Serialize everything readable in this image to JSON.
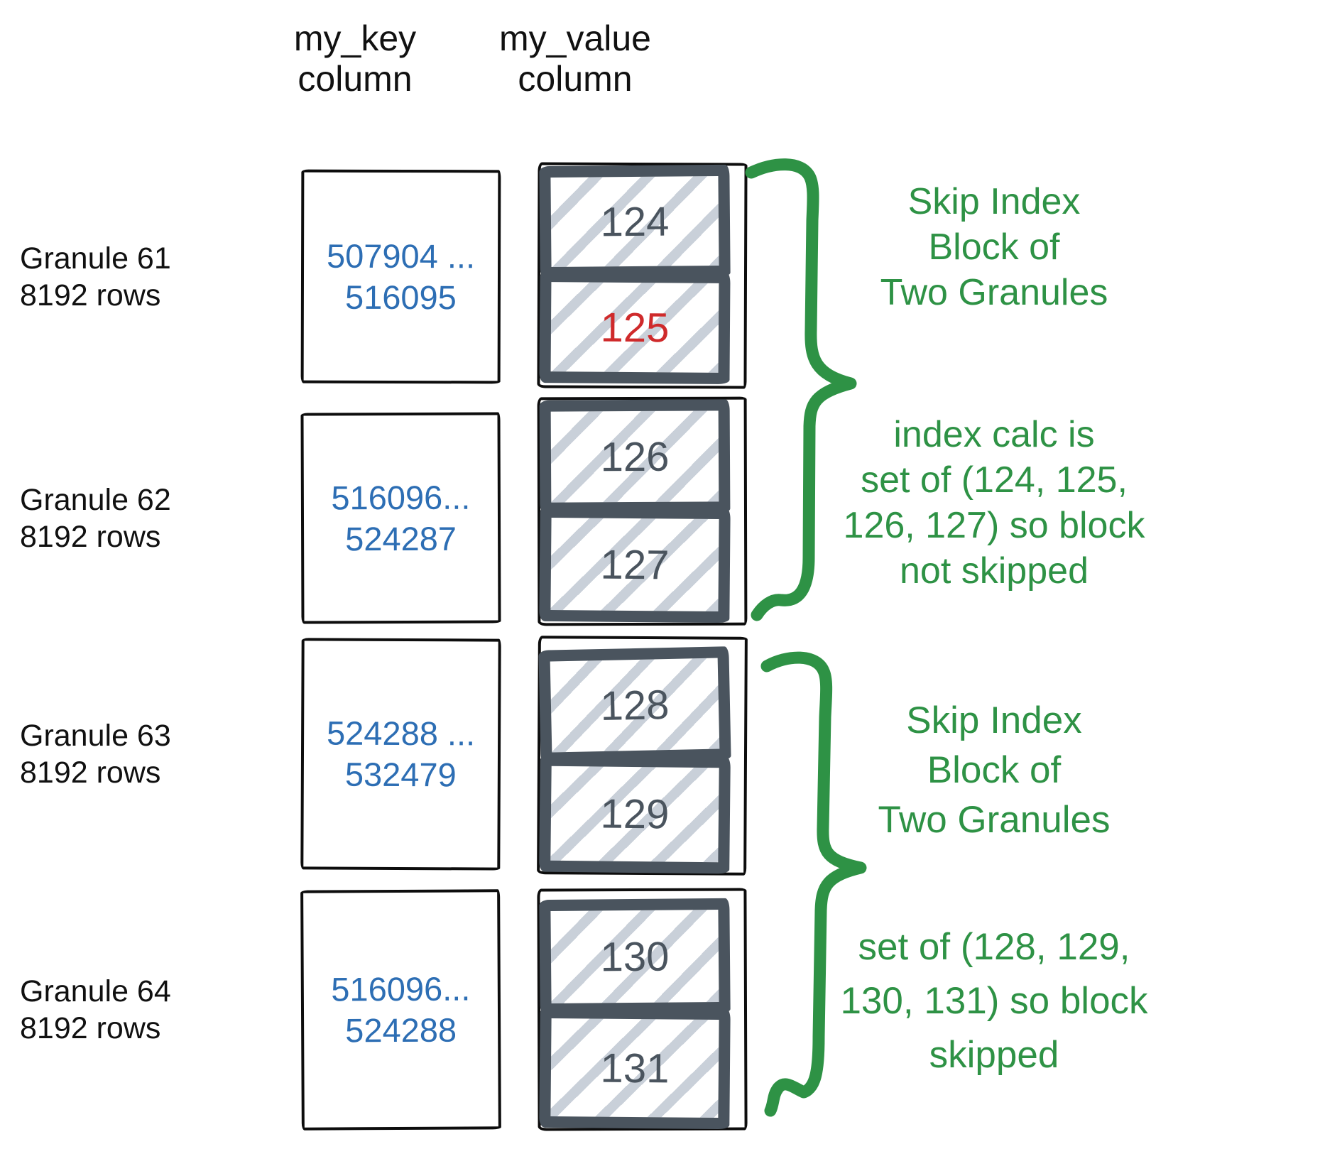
{
  "headers": {
    "key_column": "my_key\ncolumn",
    "value_column": "my_value\ncolumn"
  },
  "granules": [
    {
      "label": "Granule 61\n8192 rows",
      "key_range": "507904 ...\n516095",
      "blocks": [
        {
          "value": "124",
          "highlighted": false
        },
        {
          "value": "125",
          "highlighted": true
        }
      ]
    },
    {
      "label": "Granule 62\n8192 rows",
      "key_range": "516096...\n524287",
      "blocks": [
        {
          "value": "126",
          "highlighted": false
        },
        {
          "value": "127",
          "highlighted": false
        }
      ]
    },
    {
      "label": "Granule 63\n8192 rows",
      "key_range": "524288 ...\n532479",
      "blocks": [
        {
          "value": "128",
          "highlighted": false
        },
        {
          "value": "129",
          "highlighted": false
        }
      ]
    },
    {
      "label": "Granule 64\n8192 rows",
      "key_range": "516096...\n524288",
      "blocks": [
        {
          "value": "130",
          "highlighted": false
        },
        {
          "value": "131",
          "highlighted": false
        }
      ]
    }
  ],
  "annotations": [
    {
      "text": "Skip Index\nBlock of\nTwo Granules"
    },
    {
      "text": "index calc is\nset of (124, 125,\n126, 127) so block\nnot skipped"
    },
    {
      "text": "Skip Index\nBlock of\nTwo Granules"
    },
    {
      "text": "set of (128, 129,\n130, 131) so block\nskipped"
    }
  ],
  "colors": {
    "key_text_blue": "#2d6eb4",
    "annotation_green": "#2e9245",
    "highlight_red": "#cf2a2b",
    "block_border_slate": "#4a545e",
    "hatch_gray": "#c9d0d9",
    "text_black": "#111111"
  }
}
